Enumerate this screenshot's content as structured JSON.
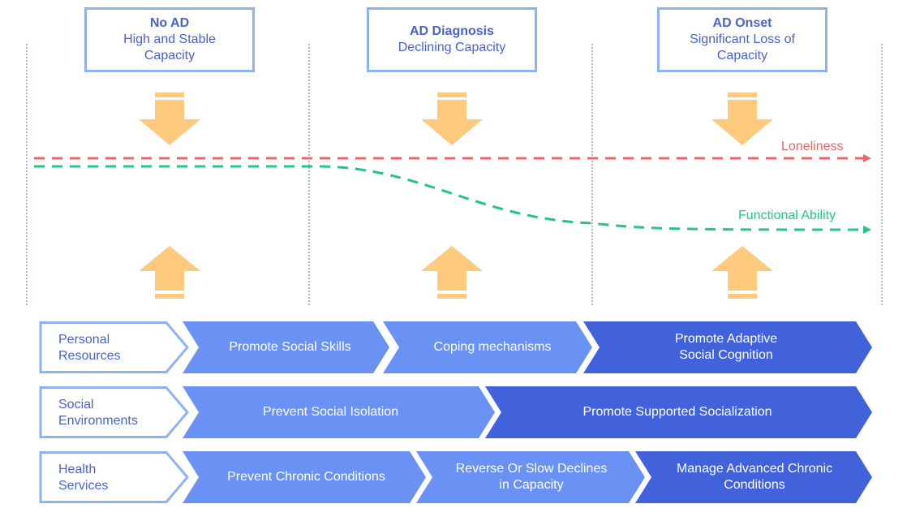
{
  "stages": [
    {
      "title": "No AD",
      "subtitle": "High and Stable Capacity"
    },
    {
      "title": "AD Diagnosis",
      "subtitle": "Declining Capacity"
    },
    {
      "title": "AD Onset",
      "subtitle": "Significant Loss of Capacity"
    }
  ],
  "trend_lines": [
    {
      "label": "Loneliness",
      "color": "#e8676b",
      "trend": "flat"
    },
    {
      "label": "Functional Ability",
      "color": "#22c58b",
      "trend": "declining"
    }
  ],
  "arrow_color": "#fecb7e",
  "colors": {
    "light_segment": "#6a92f5",
    "dark_segment": "#4262dc",
    "label_border": "#8fb3f0",
    "text_blue": "#4a62c9"
  },
  "rows": [
    {
      "label": "Personal Resources",
      "segments": [
        {
          "text": "Promote Social Skills",
          "shade": "light"
        },
        {
          "text": "Coping mechanisms",
          "shade": "light"
        },
        {
          "text": "Promote Adaptive Social Cognition",
          "shade": "dark"
        }
      ]
    },
    {
      "label": "Social Environments",
      "segments": [
        {
          "text": "Prevent Social Isolation",
          "shade": "light"
        },
        {
          "text": "Promote Supported Socialization",
          "shade": "dark"
        }
      ]
    },
    {
      "label": "Health Services",
      "segments": [
        {
          "text": "Prevent Chronic Conditions",
          "shade": "light"
        },
        {
          "text": "Reverse Or Slow Declines in Capacity",
          "shade": "light"
        },
        {
          "text": "Manage Advanced Chronic Conditions",
          "shade": "dark"
        }
      ]
    }
  ]
}
